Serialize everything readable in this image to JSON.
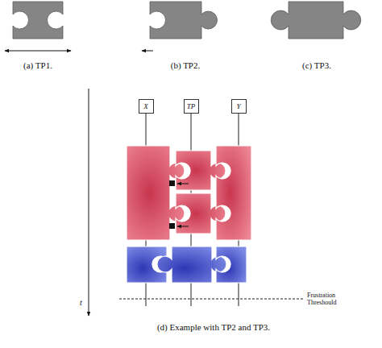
{
  "diagram": {
    "nodes": [
      {
        "text": [
          "X"
        ]
      },
      {
        "text": [
          "TP"
        ]
      },
      {
        "text": [
          "Y"
        ]
      }
    ],
    "labels": [
      "(a) TP1.",
      "(b) TP2.",
      "(c) TP3.",
      "t",
      "Frustration Threshould",
      "(d) Example with TP2 and TP3."
    ]
  }
}
